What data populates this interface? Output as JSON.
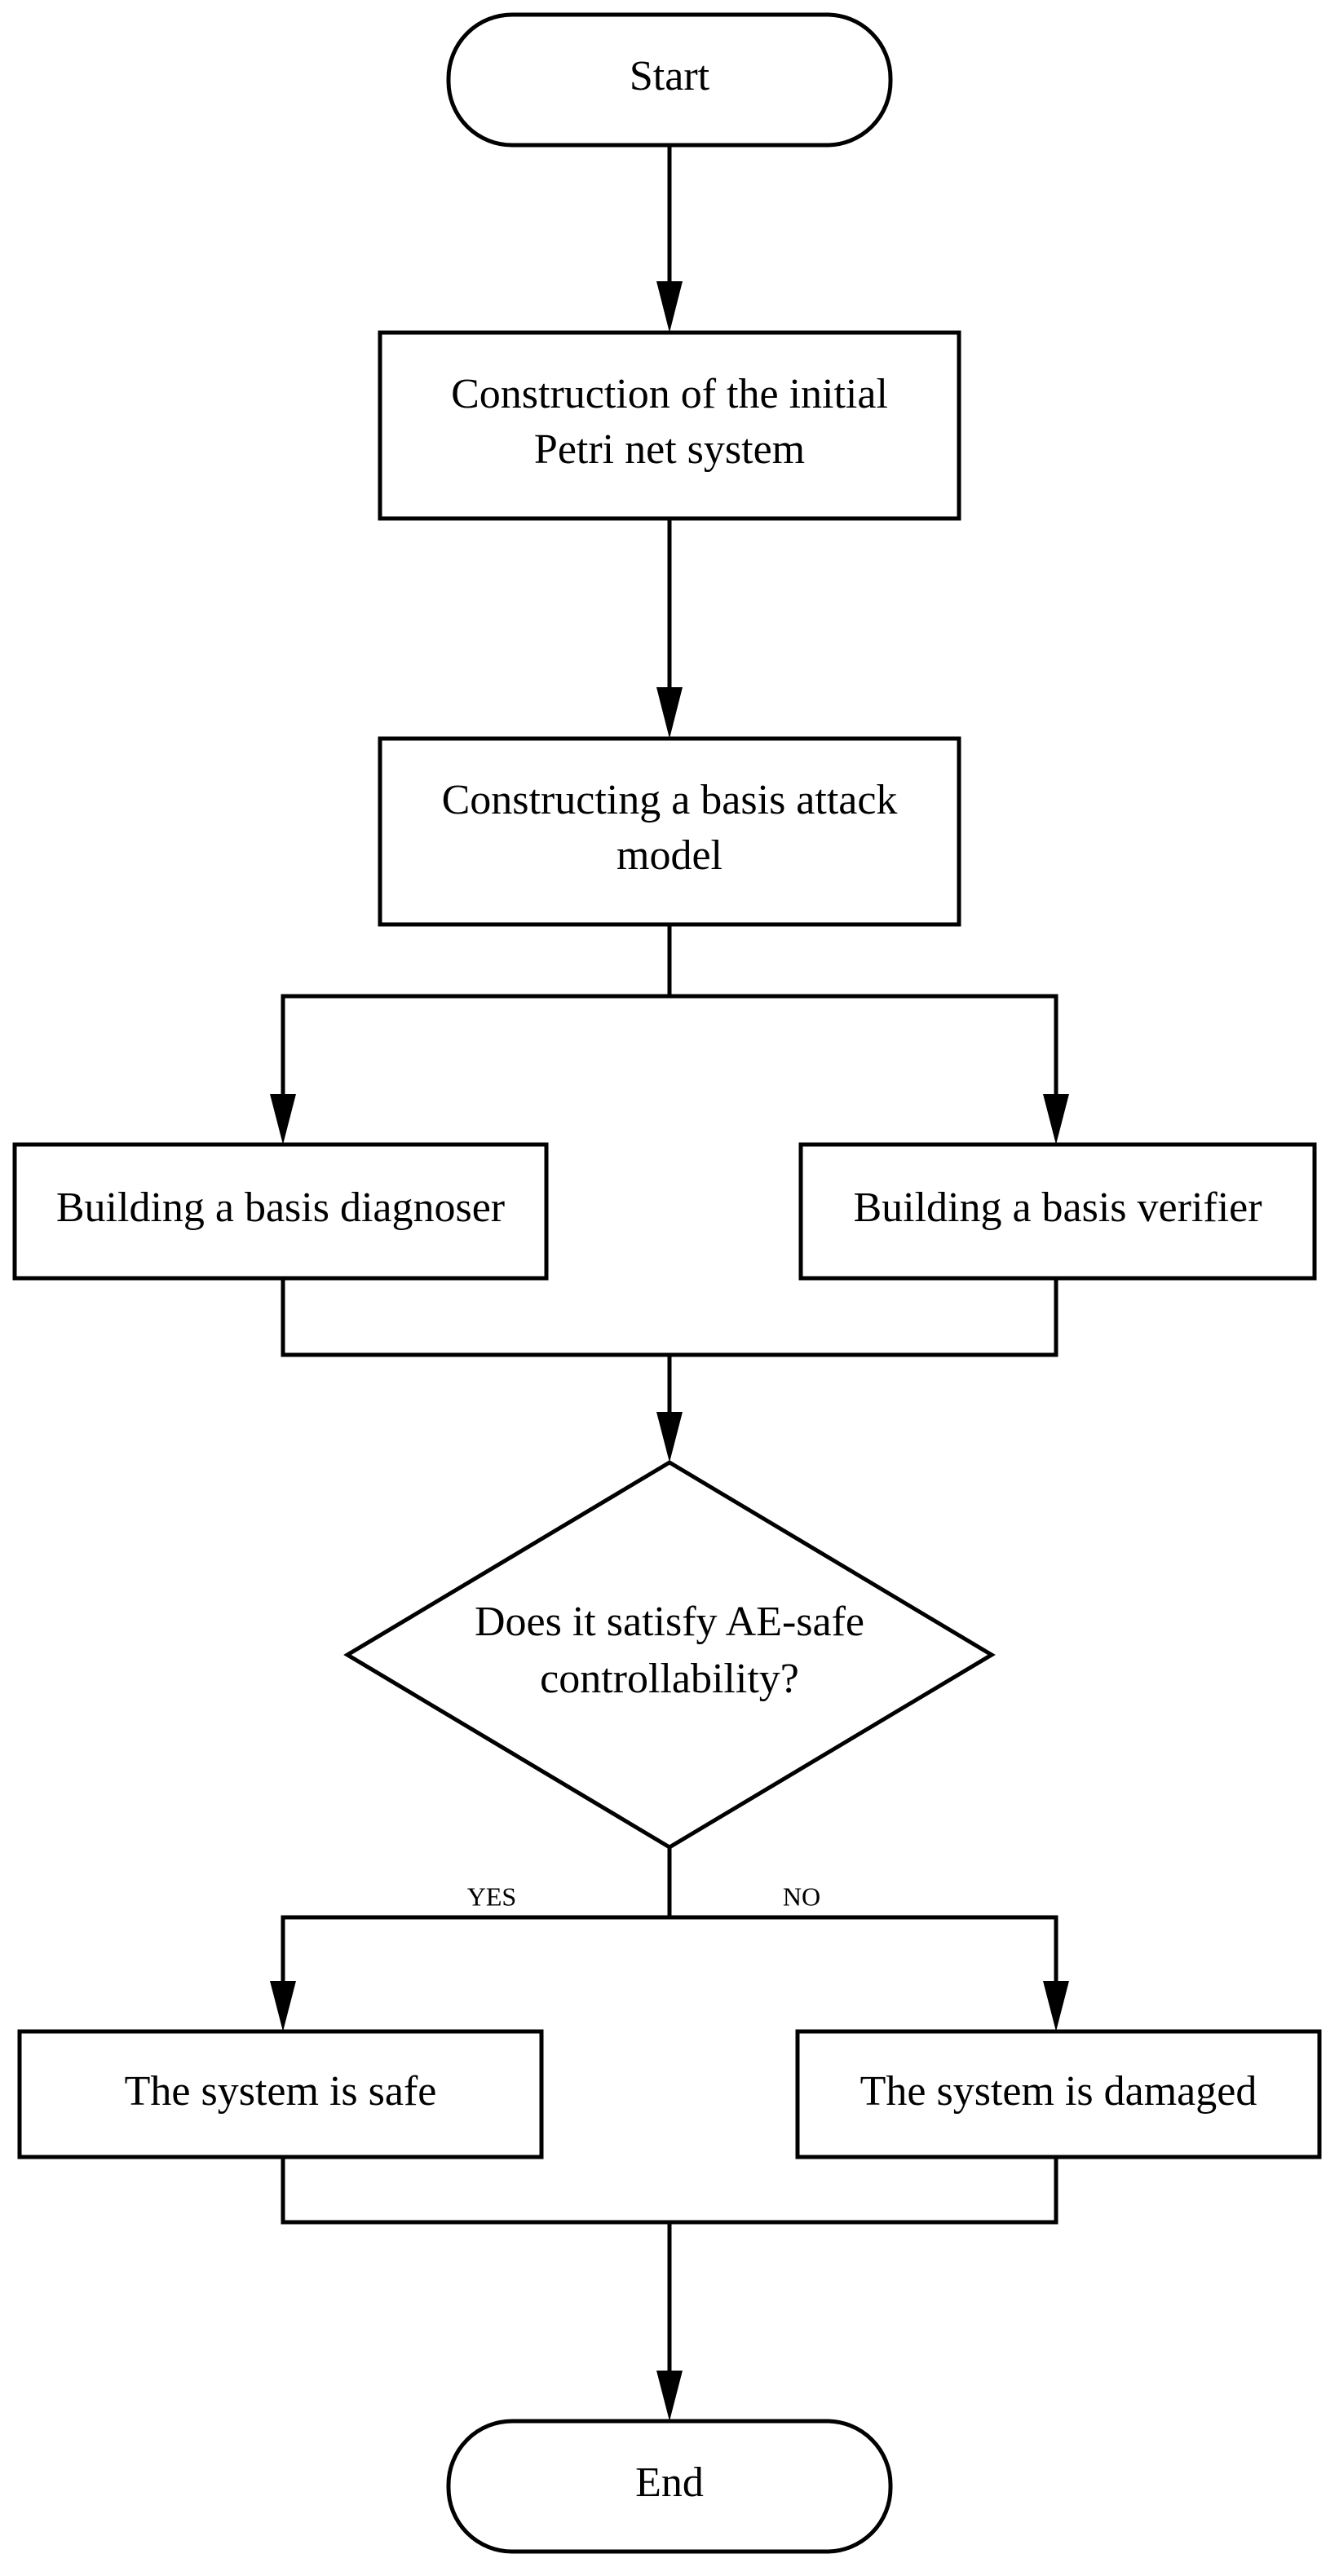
{
  "nodes": {
    "start": "Start",
    "construct_petri_1": "Construction of the initial",
    "construct_petri_2": "Petri net system",
    "attack_model_1": "Constructing a basis attack",
    "attack_model_2": "model",
    "diagnoser": "Building a basis diagnoser",
    "verifier": "Building a basis verifier",
    "decision_1": "Does it satisfy AE-safe",
    "decision_2": "controllability?",
    "safe": "The system is safe",
    "damaged": "The system is damaged",
    "end": "End"
  },
  "branches": {
    "yes": "YES",
    "no": "NO"
  }
}
